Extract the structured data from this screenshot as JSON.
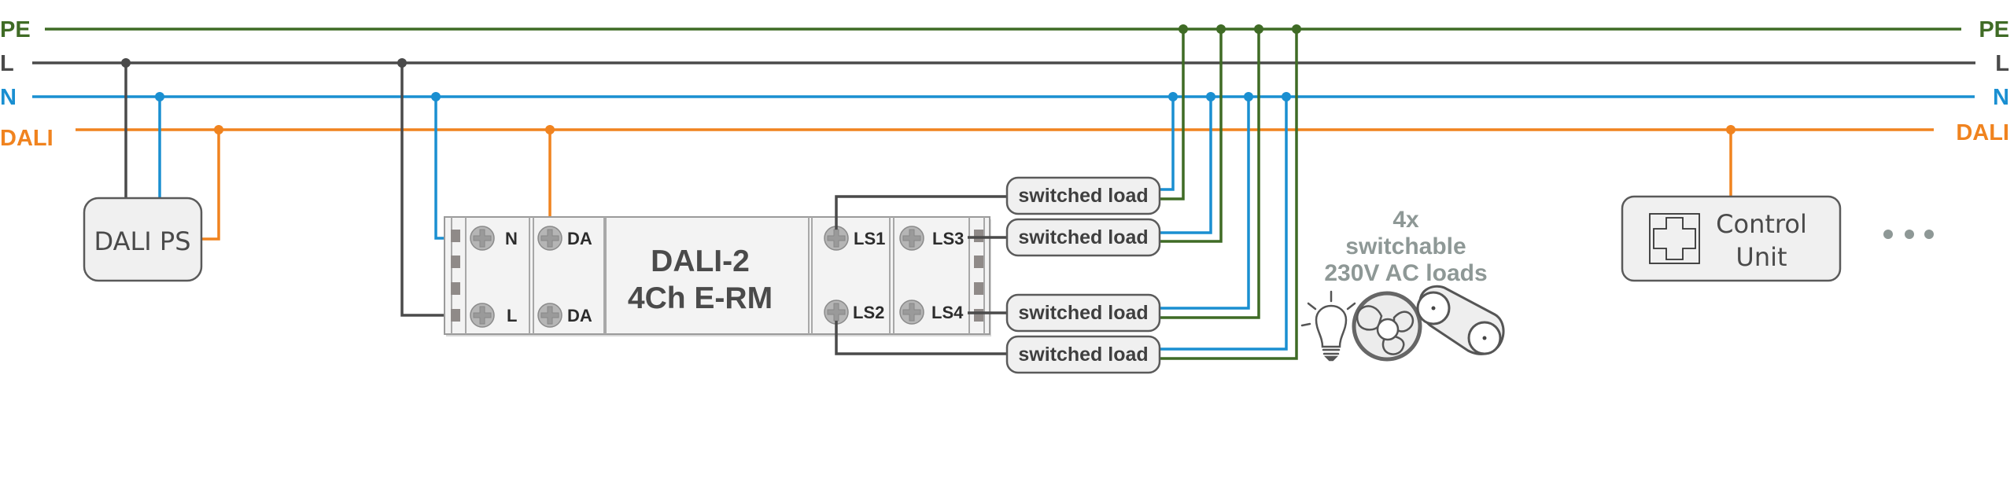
{
  "colors": {
    "pe": "#3f6b25",
    "l": "#4a4a4a",
    "n": "#1a8fd1",
    "dali": "#f0831f",
    "box_fill": "#f0f0f0",
    "box_stroke": "#5a5a5a",
    "caption": "#8e9896"
  },
  "buses": {
    "pe": {
      "label": "PE"
    },
    "l": {
      "label": "L"
    },
    "n": {
      "label": "N"
    },
    "dali": {
      "label": "DALI"
    }
  },
  "power_supply": {
    "label": "DALI PS"
  },
  "module": {
    "title_line1": "DALI-2",
    "title_line2": "4Ch E-RM",
    "terminals": {
      "n": "N",
      "l": "L",
      "da1": "DA",
      "da2": "DA",
      "ls1": "LS1",
      "ls2": "LS2",
      "ls3": "LS3",
      "ls4": "LS4"
    }
  },
  "loads": [
    {
      "label": "switched load",
      "channel": "LS1"
    },
    {
      "label": "switched load",
      "channel": "LS3"
    },
    {
      "label": "switched load",
      "channel": "LS4"
    },
    {
      "label": "switched load",
      "channel": "LS2"
    }
  ],
  "caption": {
    "line1": "4x",
    "line2": "switchable",
    "line3": "230V AC loads"
  },
  "load_icons": [
    "light-bulb-icon",
    "fan-icon",
    "belt-drive-icon"
  ],
  "control_unit": {
    "line1": "Control",
    "line2": "Unit"
  },
  "continuation": "more-devices-ellipsis"
}
